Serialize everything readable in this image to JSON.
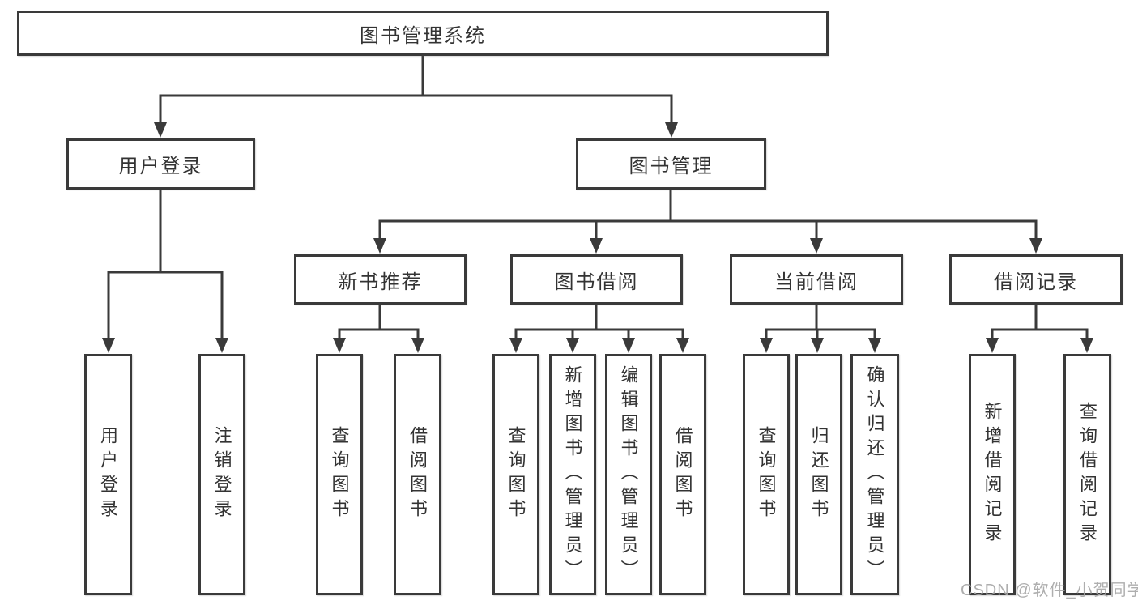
{
  "diagram_type": "hierarchy",
  "tree": {
    "label": "图书管理系统",
    "children": [
      {
        "label": "用户登录",
        "children": [
          {
            "label": "用户登录"
          },
          {
            "label": "注销登录"
          }
        ]
      },
      {
        "label": "图书管理",
        "children": [
          {
            "label": "新书推荐",
            "children": [
              {
                "label": "查询图书"
              },
              {
                "label": "借阅图书"
              }
            ]
          },
          {
            "label": "图书借阅",
            "children": [
              {
                "label": "查询图书"
              },
              {
                "label": "新增图书（管理员）"
              },
              {
                "label": "编辑图书（管理员）"
              },
              {
                "label": "借阅图书"
              }
            ]
          },
          {
            "label": "当前借阅",
            "children": [
              {
                "label": "查询图书"
              },
              {
                "label": "归还图书"
              },
              {
                "label": "确认归还（管理员）"
              }
            ]
          },
          {
            "label": "借阅记录",
            "children": [
              {
                "label": "新增借阅记录"
              },
              {
                "label": "查询借阅记录"
              }
            ]
          }
        ]
      }
    ]
  },
  "watermark": {
    "text": "CSDN @软件_小贺同学"
  },
  "colors": {
    "line": "#3a3a3a",
    "box_border": "#3a3a3a",
    "box_fill": "#ffffff",
    "text": "#333333",
    "watermark": "#a5a5a5",
    "background": "#ffffff"
  }
}
